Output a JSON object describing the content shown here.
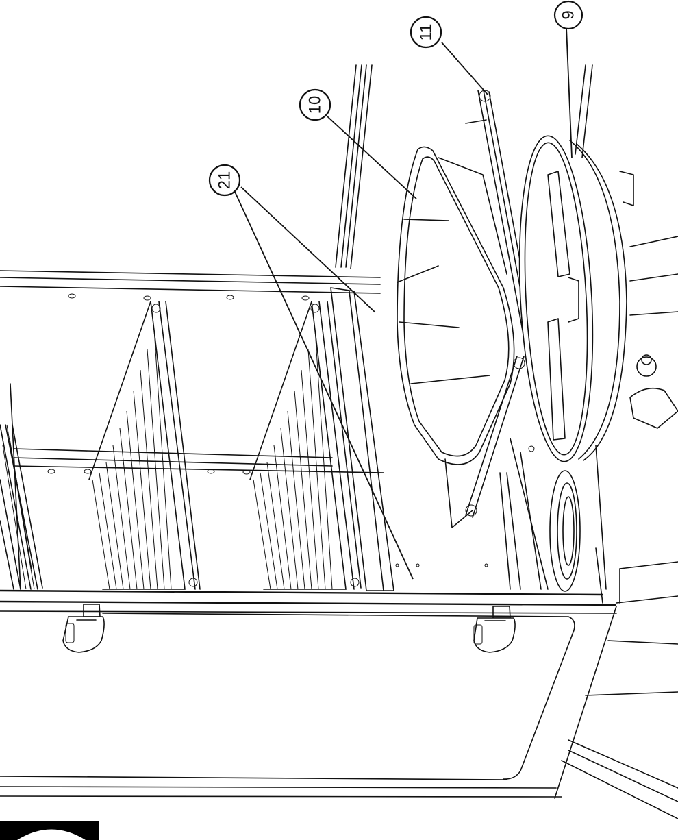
{
  "callouts": [
    {
      "id": "9",
      "label": "9"
    },
    {
      "id": "10",
      "label": "10"
    },
    {
      "id": "11",
      "label": "11"
    },
    {
      "id": "21",
      "label": "21"
    }
  ],
  "colors": {
    "line": "#111111",
    "background": "#ffffff",
    "tab": "#000000"
  }
}
